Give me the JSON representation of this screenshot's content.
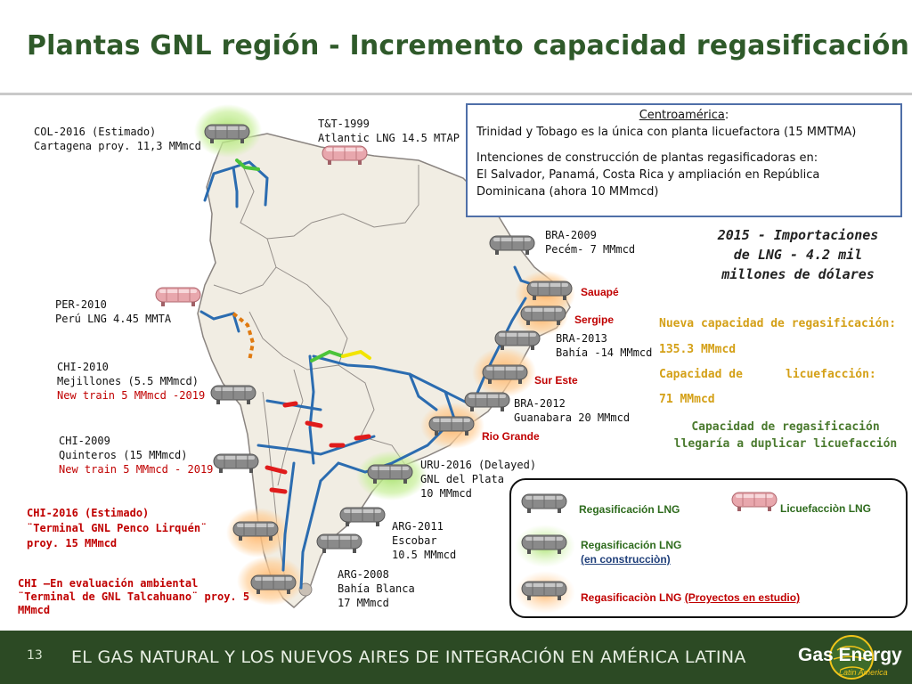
{
  "title": "Plantas GNL región - Incremento capacidad regasificación",
  "labels": {
    "col": [
      "COL-2016 (Estimado)",
      "Cartagena proy. 11,3 MMmcd"
    ],
    "tt": [
      "T&T-1999",
      "Atlantic LNG 14.5 MTAP"
    ],
    "per": [
      "PER-2010",
      "Perú LNG 4.45 MMTA"
    ],
    "chi2010": [
      "CHI-2010",
      "Mejillones (5.5 MMmcd)",
      "New train 5 MMmcd -2019"
    ],
    "chi2009": [
      "CHI-2009",
      "Quinteros (15 MMmcd)",
      "New train 5 MMmcd - 2019"
    ],
    "chi2016": [
      "CHI-2016 (Estimado)",
      "¨Terminal GNL Penco Lirquén¨",
      "proy. 15 MMmcd"
    ],
    "chieval": [
      "CHI –En evaluación ambiental",
      "¨Terminal de GNL Talcahuano¨ proy.  5",
      "MMmcd"
    ],
    "bra2009": [
      "BRA-2009",
      "Pecém- 7 MMmcd"
    ],
    "bra2013": [
      "BRA-2013",
      "Bahía -14 MMmcd"
    ],
    "bra2012": [
      "BRA-2012",
      "Guanabara 20 MMmcd"
    ],
    "uru": [
      "URU-2016 (Delayed)",
      "GNL del Plata",
      "10 MMmcd"
    ],
    "arg2011": [
      "ARG-2011",
      "Escobar",
      "10.5 MMmcd"
    ],
    "arg2008": [
      "ARG-2008",
      "Bahía Blanca",
      "17 MMmcd"
    ]
  },
  "sites": {
    "sauape": "Sauapé",
    "sergipe": "Sergipe",
    "sur_este": "Sur Este",
    "rio_grande": "Rio Grande"
  },
  "centroamerica": {
    "heading": "Centroamérica",
    "colon": ":",
    "line1": "Trinidad y Tobago es la única con planta licuefactora (15 MMTMA)",
    "line2": "Intenciones de construcción de plantas regasificadoras en:",
    "line3": "El Salvador, Panamá, Costa Rica y ampliación en República",
    "line4": "Dominicana (ahora 10 MMmcd)"
  },
  "imports": {
    "line1": "2015 - Importaciones",
    "line2": "de LNG -  4.2 mil",
    "line3": "millones de dólares"
  },
  "stats": {
    "regas_label": "Nueva capacidad de regasificación:",
    "regas_value": "135.3 MMmcd",
    "licue_label_a": "Capacidad de",
    "licue_label_b": "licuefacción:",
    "licue_value": "71 MMmcd",
    "note1": "Capacidad de regasificación",
    "note2": "llegaría a duplicar licuefacción"
  },
  "legend": {
    "regas": "Regasificación LNG",
    "licue": "Licuefacciòn LNG",
    "construccion_a": "Regasificación  LNG",
    "construccion_b": "(en construcciòn)",
    "estudio_a": "Regasificaciòn LNG ",
    "estudio_b": "(Proyectos en estudio)"
  },
  "footer": {
    "page": "13",
    "text": "EL GAS NATURAL Y LOS NUEVOS AIRES DE INTEGRACIÓN EN AMÉRICA LATINA",
    "logo": "Gas Energy",
    "logo_sub": "Latin America"
  },
  "colors": {
    "title": "#2f5a2a",
    "footer": "#2c4a24",
    "regas_stat": "#d4a017",
    "note": "#4a7a2e",
    "site_red": "#c00000",
    "pipeline_blue": "#2b6cb0",
    "pipeline_green": "#4cc43a",
    "pipeline_yellow": "#f2e400",
    "pipeline_red": "#e01b1b",
    "pipeline_orange": "#e07a10"
  }
}
